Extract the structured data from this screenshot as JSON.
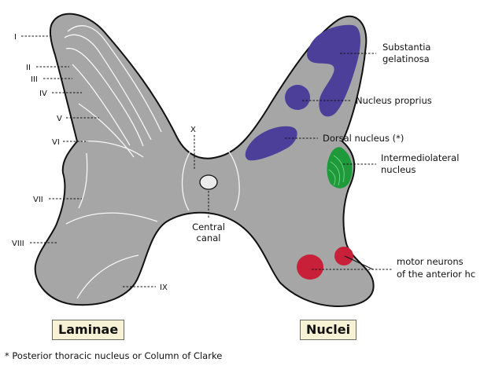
{
  "laminae": {
    "I": "I",
    "II": "II",
    "III": "III",
    "IV": "IV",
    "V": "V",
    "VI": "VI",
    "VII": "VII",
    "VIII": "VIII",
    "IX": "IX",
    "X": "X"
  },
  "central_canal": {
    "line1": "Central",
    "line2": "canal"
  },
  "nuclei": {
    "substantia_gelatinosa": {
      "line1": "Substantia",
      "line2": "gelatinosa"
    },
    "nucleus_proprius": "Nucleus proprius",
    "dorsal_nucleus": "Dorsal nucleus (*)",
    "intermediolateral": {
      "line1": "Intermediolateral",
      "line2": "nucleus"
    },
    "motor_neurons": {
      "line1": "motor neurons",
      "line2": "of the anterior hc"
    }
  },
  "box_labels": {
    "laminae": "Laminae",
    "nuclei": "Nuclei"
  },
  "footnote": "* Posterior thoracic nucleus or Column of Clarke",
  "colors": {
    "gray_matter": "#a6a6a6",
    "outline": "#111111",
    "nucleus_purple": "#4b3f9a",
    "intermediolateral_green": "#1e9a3a",
    "motor_red": "#c9203a",
    "box_fill": "#f7f1d6"
  }
}
